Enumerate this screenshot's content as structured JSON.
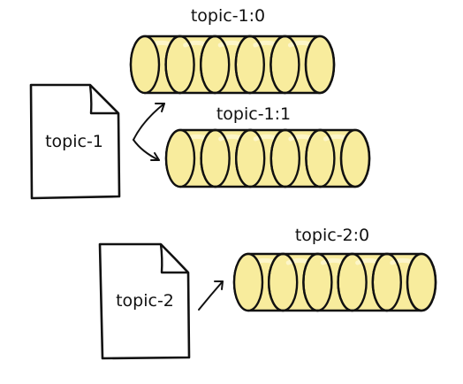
{
  "diagram": {
    "colors": {
      "stroke": "#111111",
      "segment_fill": "#f8ec9d",
      "segment_highlight": "#fdf6c9",
      "paper_fill": "#ffffff"
    },
    "topics": [
      {
        "label": "topic-1",
        "icon": "document-icon",
        "partitions": [
          {
            "label": "topic-1:0",
            "segments": 5
          },
          {
            "label": "topic-1:1",
            "segments": 5
          }
        ]
      },
      {
        "label": "topic-2",
        "icon": "document-icon",
        "partitions": [
          {
            "label": "topic-2:0",
            "segments": 5
          }
        ]
      }
    ]
  }
}
